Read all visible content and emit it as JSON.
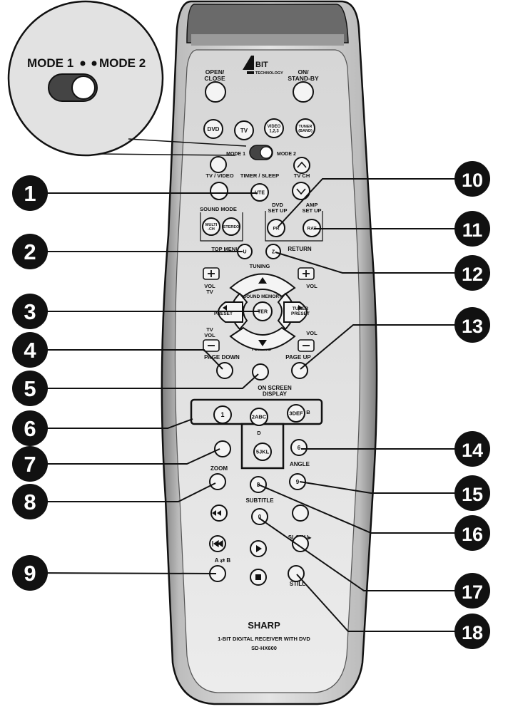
{
  "mode_switch": {
    "mode1": "MODE 1",
    "mode2": "MODE 2"
  },
  "brand": {
    "logo_top": "1",
    "logo_bit": "BIT",
    "logo_tech": "TECHNOLOGY",
    "maker": "SHARP",
    "model_desc": "1-BIT DIGITAL RECEIVER WITH DVD",
    "model_no": "SD-HX600"
  },
  "labels": {
    "open_close": "OPEN/\nCLOSE",
    "on_standby": "ON/\nSTAND-BY",
    "tv_video": "TV / VIDEO",
    "timer_sleep": "TIMER / SLEEP",
    "tv_ch": "TV CH",
    "sound_mode": "SOUND MODE",
    "dvd_setup": "DVD\nSET UP",
    "amp_setup": "AMP\nSET UP",
    "top_menu": "TOP MENU",
    "return": "RETURN",
    "tuning": "TUNING",
    "vol_tv": "VOL\nTV",
    "vol": "VOL",
    "sound_memory": "SOUND MEMORY",
    "tv_vol": "TV\nVOL",
    "page_down": "PAGE DOWN",
    "page_up": "PAGE UP",
    "on_screen": "ON SCREEN\nDISPLAY",
    "zoom": "ZOOM",
    "angle": "ANGLE",
    "subtitle": "SUBTITLE",
    "slow": "SLOW I▸",
    "still": "STILL",
    "a_b": "A ⇄ B",
    "b": "B",
    "d": "D"
  },
  "buttons": {
    "dvd": "DVD",
    "tv": "TV",
    "video": "VIDEO\n1,2,3",
    "tuner": "TUNER\n(BAND)",
    "multi": "MULTI\n-CH",
    "stereo": "STEREO",
    "preset": "PRESET",
    "tuner_preset": "TUNER\nPRESET",
    "enter": "TER",
    "mute": "UTE",
    "n1": "1",
    "n2": "2ABC",
    "n3": "3DEF",
    "n5": "5JKL",
    "n6": "6",
    "n8": "8",
    "n9": "9",
    "n0": "0",
    "pr": "PR",
    "rat": "RAT",
    "u": "U",
    "z": "Z"
  },
  "callouts": [
    "1",
    "2",
    "3",
    "4",
    "5",
    "6",
    "7",
    "8",
    "9",
    "10",
    "11",
    "12",
    "13",
    "14",
    "15",
    "16",
    "17",
    "18"
  ],
  "colors": {
    "body": "#c8c8c8",
    "body_dark": "#8a8a8a",
    "line": "#111111"
  }
}
